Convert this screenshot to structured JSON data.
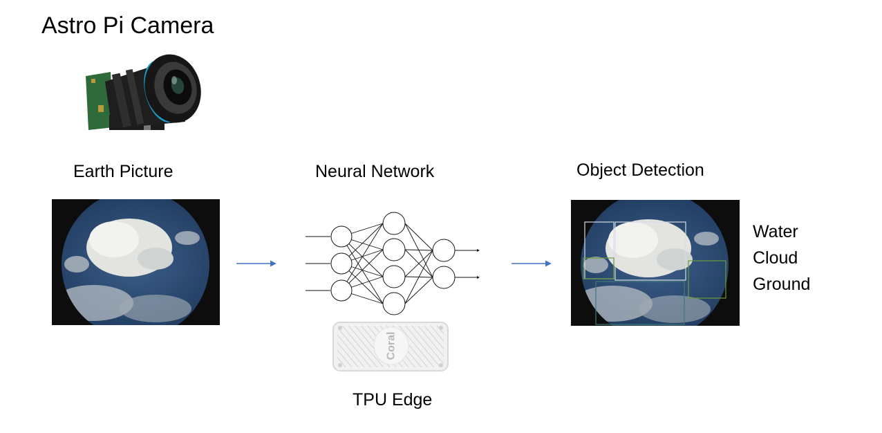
{
  "title": "Astro Pi Camera",
  "stages": {
    "earth": "Earth Picture",
    "nn": "Neural Network",
    "detection": "Object Detection"
  },
  "device": {
    "label": "TPU Edge",
    "chip_text": "Coral"
  },
  "classes": [
    "Water",
    "Cloud",
    "Ground"
  ],
  "colors": {
    "arrow": "#4472c4",
    "earth_blue": "#2a4a78",
    "box_white": "#d8dde6",
    "box_green": "#6a9a3a",
    "box_teal": "#3f7a7a"
  }
}
